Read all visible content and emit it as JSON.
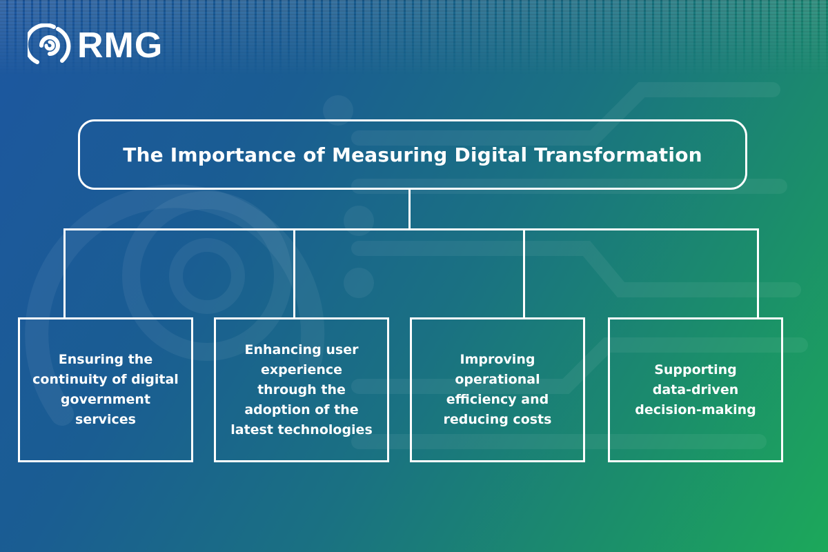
{
  "brand": {
    "logo_text": "RMG",
    "logo_icon": "rmg-concentric-arc-icon"
  },
  "diagram": {
    "title": "The Importance of Measuring Digital Transformation",
    "items": [
      {
        "label": "Ensuring the\ncontinuity of digital\ngovernment\nservices"
      },
      {
        "label": "Enhancing user\nexperience\nthrough the\nadoption of the\nlatest technologies"
      },
      {
        "label": "Improving\noperational\nefficiency and\nreducing costs"
      },
      {
        "label": "Supporting\ndata-driven\ndecision-making"
      }
    ]
  },
  "colors": {
    "gradient_start": "#1d57a0",
    "gradient_mid": "#1a7182",
    "gradient_end": "#1ca85a",
    "stroke": "#ffffff"
  }
}
